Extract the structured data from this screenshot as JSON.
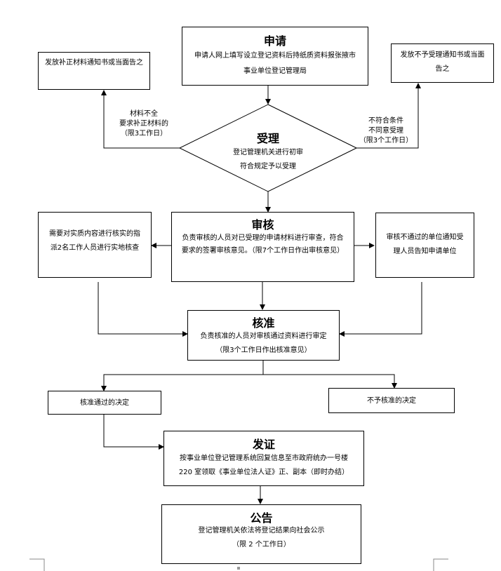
{
  "apply": {
    "title": "申请",
    "line1": "申请人网上填写设立登记资料后持纸质资料报张掖市",
    "line2": "事业单位登记管理局"
  },
  "left_notice": "发放补正材料通知书或当面告之",
  "right_notice": {
    "line1": "发放不予受理通知书或当面",
    "line2": "告之"
  },
  "accept": {
    "title": "受理",
    "line1": "登记管理机关进行初审",
    "line2": "符合规定予以受理"
  },
  "left_condition": {
    "line1": "材料不全",
    "line2": "要求补正材料的",
    "line3": "（限3工作日）"
  },
  "right_condition": {
    "line1": "不符合条件",
    "line2": "不同意受理",
    "line3": "（限3个工作日）"
  },
  "review": {
    "title": "审核",
    "line1": "负责审核的人员对已受理的申请材料进行审查，符合",
    "line2": "要求的签署审核意见。（限7个工作日作出审核意见）"
  },
  "onsite": {
    "line1": "需要对实质内容进行核实的指",
    "line2": "派2名工作人员进行实地核查"
  },
  "review_fail": {
    "line1": "审核不通过的单位通知受",
    "line2": "理人员告知申请单位"
  },
  "approve": {
    "title": "核准",
    "line1": "负责核准的人员对审核通过资料进行审定",
    "line2": "（限3个工作日作出核准意见）"
  },
  "approved": "核准通过的决定",
  "rejected": "不予核准的决定",
  "issue": {
    "title": "发证",
    "line1": "按事业单位登记管理系统回复信息至市政府统办一号楼",
    "line2": "220 室领取《事业单位法人证》正、副本（即时办结）"
  },
  "announce": {
    "title": "公告",
    "line1": "登记管理机关依法将登记结果向社会公示",
    "line2": "（限 2 个工作日）"
  }
}
